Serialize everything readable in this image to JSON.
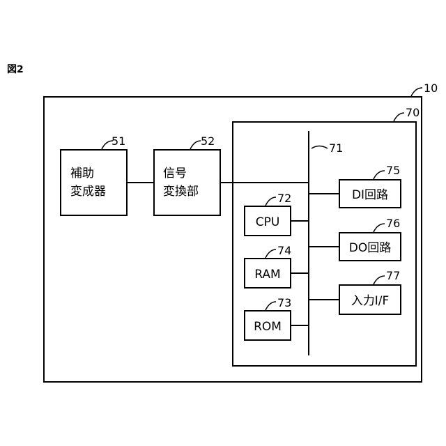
{
  "figure_label": "図2",
  "outer": {
    "ref": "10"
  },
  "board": {
    "ref": "70"
  },
  "bus": {
    "ref": "71"
  },
  "aux_transformer": {
    "ref": "51",
    "line1": "補助",
    "line2": "変成器"
  },
  "signal_converter": {
    "ref": "52",
    "line1": "信号",
    "line2": "変換部"
  },
  "cpu": {
    "ref": "72",
    "label": "CPU"
  },
  "ram": {
    "ref": "74",
    "label": "RAM"
  },
  "rom": {
    "ref": "73",
    "label": "ROM"
  },
  "di_circuit": {
    "ref": "75",
    "label": "DI回路"
  },
  "do_circuit": {
    "ref": "76",
    "label": "DO回路"
  },
  "input_if": {
    "ref": "77",
    "label": "入力I/F"
  }
}
